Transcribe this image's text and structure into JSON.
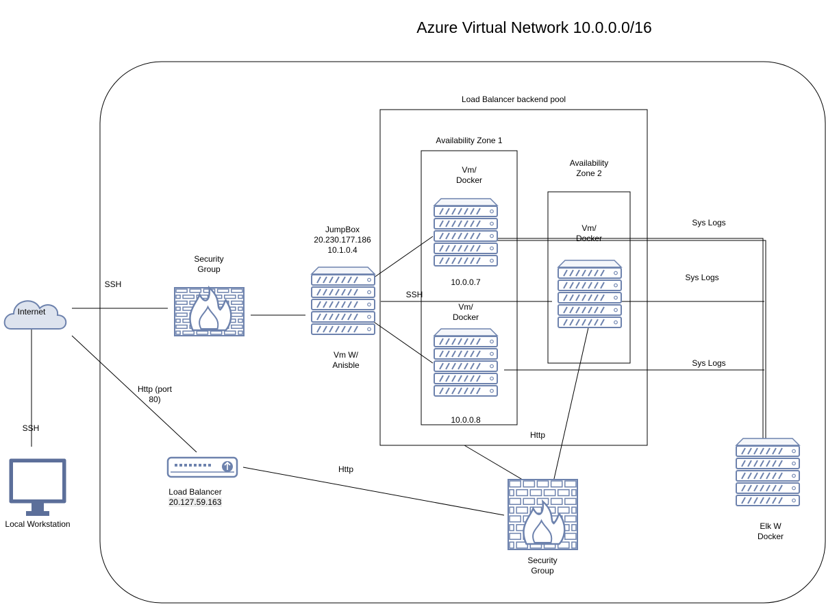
{
  "title": "Azure Virtual Network 10.0.0.0/16",
  "colors": {
    "line": "#000000",
    "icon_fill": "#ffffff",
    "icon_stroke": "#6d82ad",
    "icon_dark": "#5c6f9a",
    "cloud_fill": "#dde3ee",
    "ip_highlight": "#eeeeee"
  },
  "containers": {
    "backend_pool": "Load Balancer backend pool",
    "zone1": "Availability  Zone 1",
    "zone2": "Availability\nZone 2"
  },
  "nodes": {
    "internet": {
      "label": "Internet",
      "icon": "cloud-icon"
    },
    "workstation": {
      "label": "Local Workstation",
      "icon": "monitor-icon"
    },
    "security_group_1": {
      "label": "Security\nGroup",
      "icon": "firewall-icon"
    },
    "jumpbox": {
      "title": "JumpBox\n20.230.177.186\n10.1.0.4",
      "subtitle": "Vm W/\nAnisble",
      "icon": "server-icon"
    },
    "vm1": {
      "label": "Vm/\nDocker",
      "ip": "10.0.0.7",
      "icon": "server-icon"
    },
    "vm2": {
      "label": "Vm/\nDocker",
      "ip": "10.0.0.8",
      "icon": "server-icon"
    },
    "vm3": {
      "label": "Vm/\nDocker",
      "icon": "server-icon"
    },
    "elk": {
      "label": "Elk W\nDocker",
      "icon": "server-icon"
    },
    "load_balancer": {
      "label": "Load Balancer",
      "ip": "20.127.59.163",
      "icon": "load-balancer-icon"
    },
    "security_group_2": {
      "label": "Security\nGroup",
      "icon": "firewall-icon"
    }
  },
  "edges": {
    "ssh_internet_sg": "SSH",
    "ssh_internet_ws": "SSH",
    "ssh_jumpbox_vm3": "SSH",
    "http_internet_lb": "Http (port\n80)",
    "http_lb_sg": "Http",
    "http_pool_sg": "Http",
    "syslog_1": "Sys Logs",
    "syslog_2": "Sys Logs",
    "syslog_3": "Sys Logs"
  }
}
